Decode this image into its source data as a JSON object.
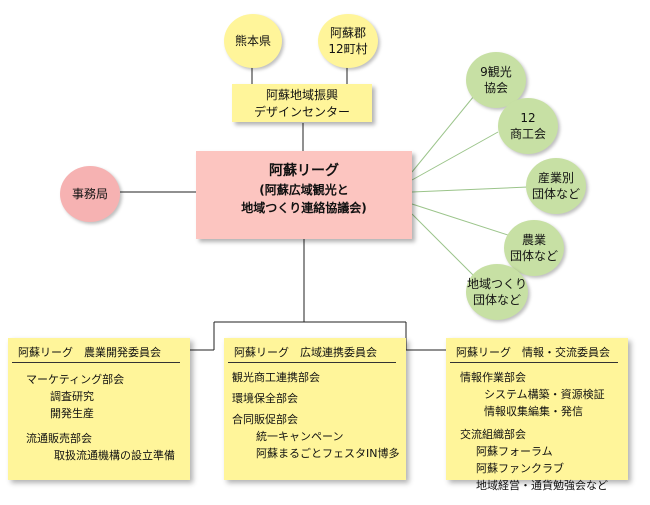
{
  "top_nodes": {
    "kumamoto": "熊本県",
    "aso_gun": [
      "阿蘇郡",
      "12町村"
    ]
  },
  "design_center": [
    "阿蘇地域振興",
    "デザインセンター"
  ],
  "main_node": {
    "title": "阿蘇リーグ",
    "subtitle": [
      "(阿蘇広域観光と",
      "地域つくり連絡協議会)"
    ]
  },
  "office": "事務局",
  "member_groups": [
    [
      "9観光",
      "協会"
    ],
    [
      "12",
      "商工会"
    ],
    [
      "産業別",
      "団体など"
    ],
    [
      "農業",
      "団体など"
    ],
    [
      "地域つくり",
      "団体など"
    ]
  ],
  "committees": [
    {
      "header": "阿蘇リーグ　農業開発委員会",
      "items": [
        {
          "text": "マーケティング部会",
          "level": 1
        },
        {
          "text": "調査研究",
          "level": 2
        },
        {
          "text": "開発生産",
          "level": 2
        },
        {
          "text": "流通販売部会",
          "level": 0,
          "gap": true
        },
        {
          "text": "取扱流通機構の設立準備",
          "level": 3
        }
      ]
    },
    {
      "header": "阿蘇リーグ　広域連携委員会",
      "items": [
        {
          "text": "観光商工連携部会",
          "level": 0
        },
        {
          "text": "環境保全部会",
          "level": 0,
          "gap": true
        },
        {
          "text": "合同販促部会",
          "level": 0,
          "gap": true
        },
        {
          "text": "統一キャンペーン",
          "level": 2
        },
        {
          "text": "阿蘇まるごとフェスタIN博多",
          "level": 2
        }
      ]
    },
    {
      "header": "阿蘇リーグ　情報・交流委員会",
      "items": [
        {
          "text": "情報作業部会",
          "level": 0
        },
        {
          "text": "システム構築・資源検証",
          "level": 2
        },
        {
          "text": "情報収集編集・発信",
          "level": 2
        },
        {
          "text": "交流組織部会",
          "level": 0,
          "gap": true
        },
        {
          "text": "阿蘇フォーラム",
          "level": 1
        },
        {
          "text": "阿蘇ファンクラブ",
          "level": 1
        },
        {
          "text": "地域経営・通貨勉強会など",
          "level": 1
        }
      ]
    }
  ]
}
